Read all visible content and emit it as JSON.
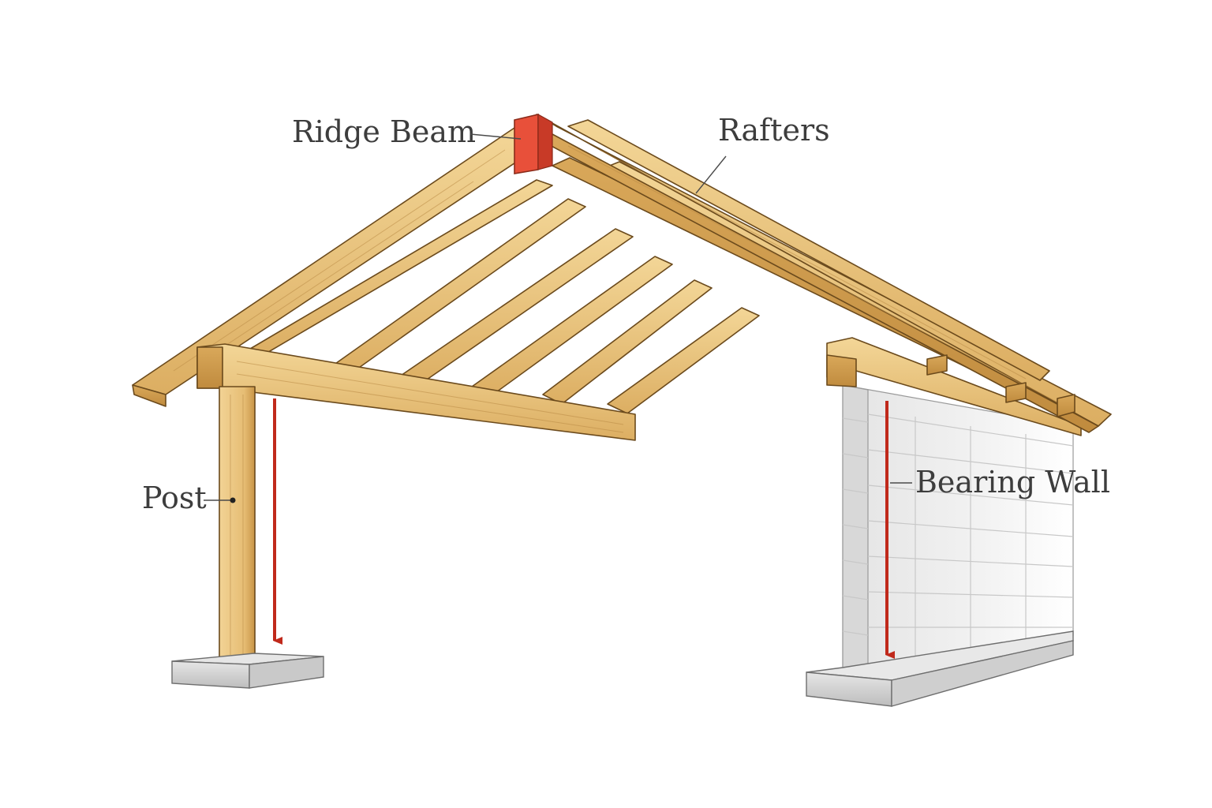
{
  "labels": {
    "ridge_beam": "Ridge Beam",
    "rafters": "Rafters",
    "post": "Post",
    "bearing_wall": "Bearing Wall"
  },
  "colors": {
    "wood_light": "#f0cf8c",
    "wood_mid": "#e2b76c",
    "wood_dark": "#c99547",
    "ridge_highlight": "#e8503a",
    "load_arrow": "#c0291b",
    "concrete": "#d9d9d9",
    "wall_block": "#efefef",
    "label_text": "#3d3d3d"
  },
  "icons": {
    "load_arrow": "down-arrow-icon"
  }
}
